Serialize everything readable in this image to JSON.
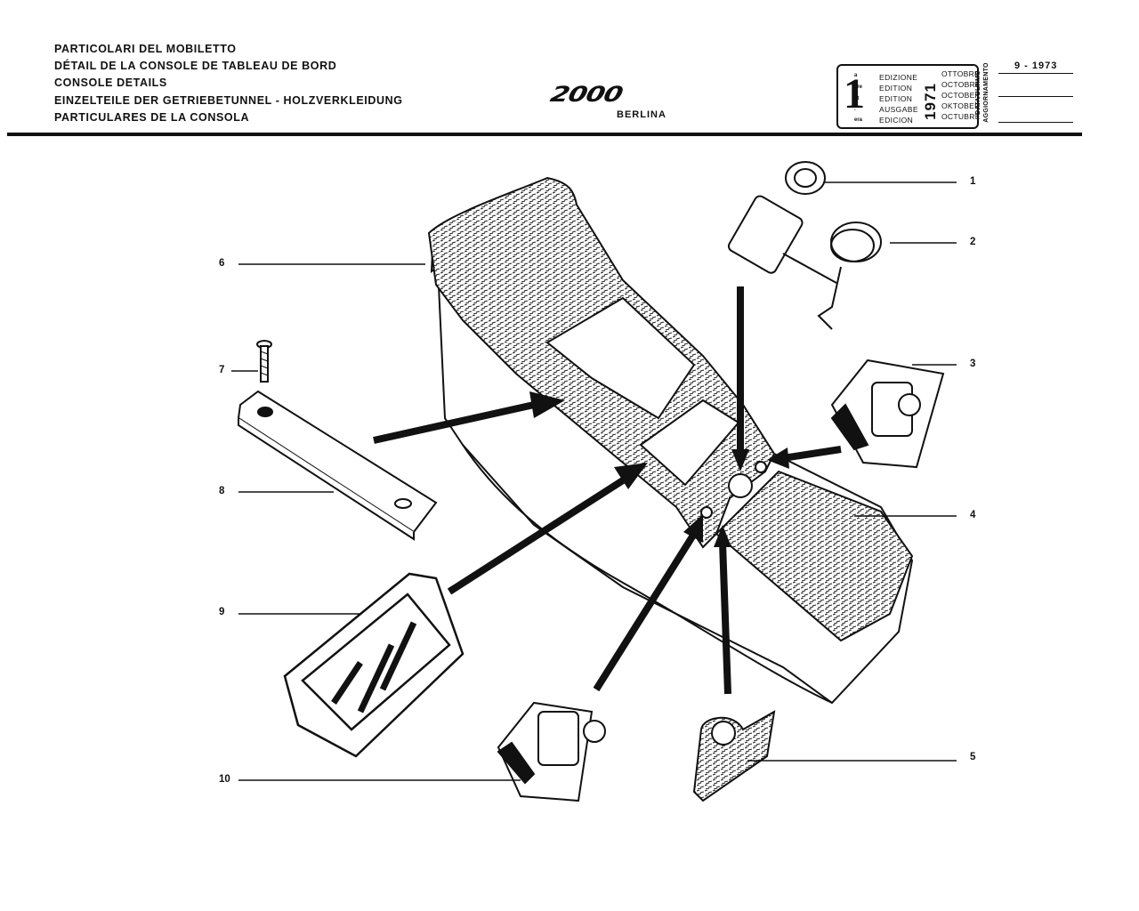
{
  "header": {
    "titles": [
      "PARTICOLARI DEL MOBILETTO",
      "DÉTAIL DE LA CONSOLE DE TABLEAU DE BORD",
      "CONSOLE DETAILS",
      "EINZELTEILE DER GETRIEBETUNNEL - HOLZVERKLEIDUNG",
      "PARTICULARES DE LA CONSOLA"
    ],
    "logo": "2000",
    "logo_sub": "BERLINA"
  },
  "edition": {
    "number": "1",
    "suffixes": [
      "a",
      "ere",
      "st",
      ".",
      "era"
    ],
    "labels": [
      "EDIZIONE",
      "EDITION",
      "EDITION",
      "AUSGABE",
      "EDICION"
    ],
    "year": "1971",
    "months": [
      "OTTOBRE",
      "OCTOBRE",
      "OCTOBER",
      "OKTOBER",
      "OCTUBRE"
    ],
    "last_update_label": [
      "DATA ULTIMO",
      "AGGIORNAMENTO"
    ],
    "last_update_value": "9 - 1973"
  },
  "callouts": {
    "c1": "1",
    "c2": "2",
    "c3": "3",
    "c4": "4",
    "c5": "5",
    "c6": "6",
    "c7": "7",
    "c8": "8",
    "c9": "9",
    "c10": "10"
  }
}
